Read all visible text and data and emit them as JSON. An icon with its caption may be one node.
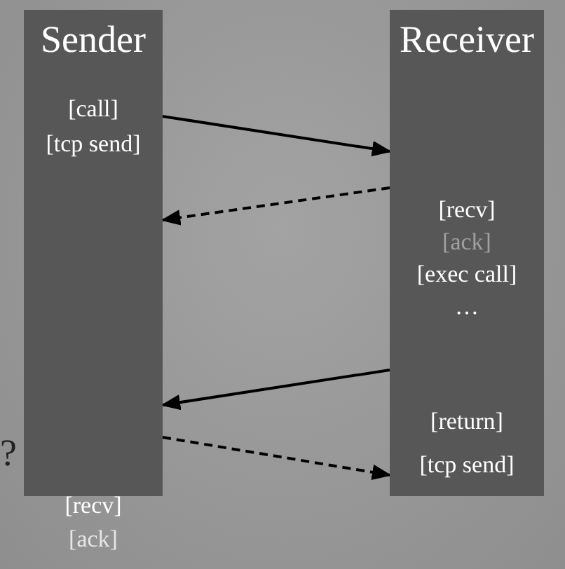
{
  "diagram": {
    "nodes": [
      {
        "text": [
          "Sender",
          "[call]",
          "[tcp send]"
        ],
        "beside": [
          "[recv]",
          "[ack]"
        ]
      },
      {
        "text": [
          "Receiver",
          "[recv]",
          "[ack]",
          "[exec call]",
          "…",
          "[return]",
          "[tcp send]"
        ]
      }
    ],
    "edges": [
      {
        "from": 0,
        "to": 1,
        "arrow": "to"
      },
      {
        "from": 1,
        "to": 0,
        "arrow": "to",
        "style": "dashed"
      },
      {
        "from": 1,
        "to": 0,
        "arrow": "to"
      },
      {
        "from": 0,
        "to": 1,
        "arrow": "to",
        "style": "dashed"
      }
    ],
    "labels": [
      "?"
    ]
  }
}
